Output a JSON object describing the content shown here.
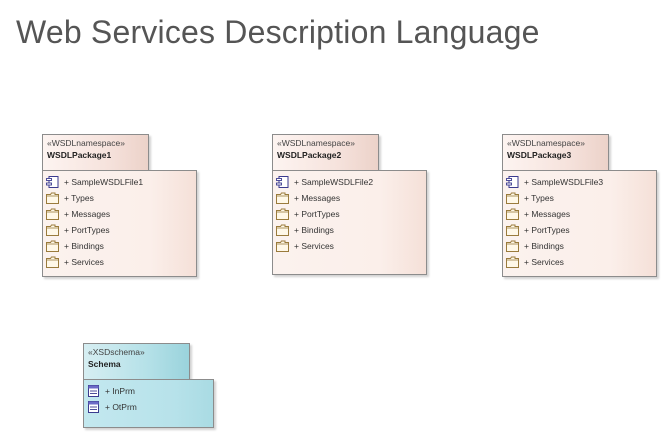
{
  "diagram": {
    "title": "Web Services Description Language"
  },
  "packages": [
    {
      "stereotype": "«WSDLnamespace»",
      "name": "WSDLPackage1",
      "items": [
        {
          "label": "+ SampleWSDLFile1",
          "icon": "component-icon"
        },
        {
          "label": "+ Types",
          "icon": "folder-icon"
        },
        {
          "label": "+ Messages",
          "icon": "folder-icon"
        },
        {
          "label": "+ PortTypes",
          "icon": "folder-icon"
        },
        {
          "label": "+ Bindings",
          "icon": "folder-icon"
        },
        {
          "label": "+ Services",
          "icon": "folder-icon"
        }
      ]
    },
    {
      "stereotype": "«WSDLnamespace»",
      "name": "WSDLPackage2",
      "items": [
        {
          "label": "+ SampleWSDLFile2",
          "icon": "component-icon"
        },
        {
          "label": "+ Messages",
          "icon": "folder-icon"
        },
        {
          "label": "+ PortTypes",
          "icon": "folder-icon"
        },
        {
          "label": "+ Bindings",
          "icon": "folder-icon"
        },
        {
          "label": "+ Services",
          "icon": "folder-icon"
        }
      ]
    },
    {
      "stereotype": "«WSDLnamespace»",
      "name": "WSDLPackage3",
      "items": [
        {
          "label": "+ SampleWSDLFile3",
          "icon": "component-icon"
        },
        {
          "label": "+ Types",
          "icon": "folder-icon"
        },
        {
          "label": "+ Messages",
          "icon": "folder-icon"
        },
        {
          "label": "+ PortTypes",
          "icon": "folder-icon"
        },
        {
          "label": "+ Bindings",
          "icon": "folder-icon"
        },
        {
          "label": "+ Services",
          "icon": "folder-icon"
        }
      ]
    }
  ],
  "schema": {
    "stereotype": "«XSDschema»",
    "name": "Schema",
    "items": [
      {
        "label": "+ InPrm",
        "icon": "class-icon"
      },
      {
        "label": "+ OtPrm",
        "icon": "class-icon"
      }
    ]
  },
  "colors": {
    "package_fill": "#fbf2ee",
    "schema_fill": "#b7e2ea",
    "border": "#8c8c8c",
    "title_text": "#555555"
  }
}
